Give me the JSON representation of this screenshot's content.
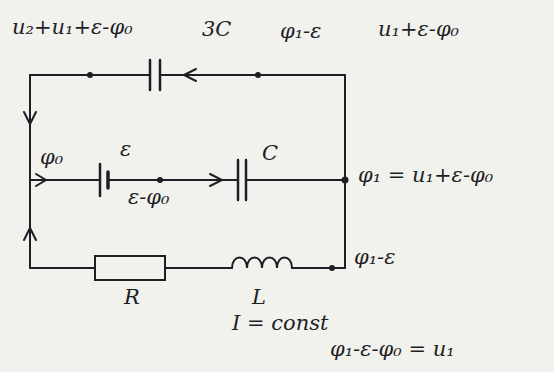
{
  "diagram": {
    "labels": [
      "u₂+u₁+ε-φ₀",
      "3C",
      "φ₁-ε",
      "u₁+ε-φ₀",
      "φ₀",
      "ε",
      "ε-φ₀",
      "C",
      "φ₁ = u₁+ε-φ₀",
      "φ₁-ε",
      "R",
      "L",
      "I = const",
      "φ₁-ε-φ₀ = u₁"
    ]
  }
}
